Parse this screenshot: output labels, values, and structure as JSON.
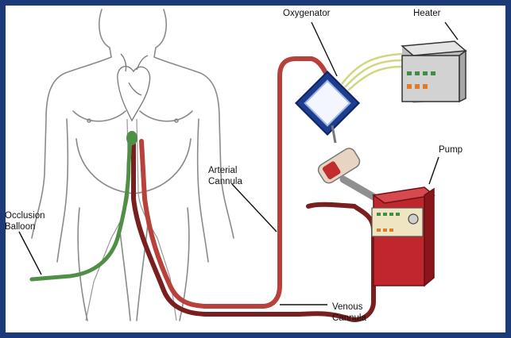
{
  "labels": {
    "oxygenator": "Oxygenator",
    "heater": "Heater",
    "pump": "Pump",
    "arterial_cannula_1": "Arterial",
    "arterial_cannula_2": "Cannula",
    "occlusion_balloon_1": "Occlusion",
    "occlusion_balloon_2": "Balloon",
    "venous_cannula_1": "Venous",
    "venous_cannula_2": "Cannula"
  },
  "colors": {
    "frame": "#1d3a78",
    "arterial_line": "#b8413c",
    "venous_line": "#7a1f1f",
    "balloon_catheter": "#4f8f46",
    "pump_body": "#c0272d",
    "heater_body": "#d2d2d2",
    "oxygenator_frame": "#1f3d8f"
  }
}
